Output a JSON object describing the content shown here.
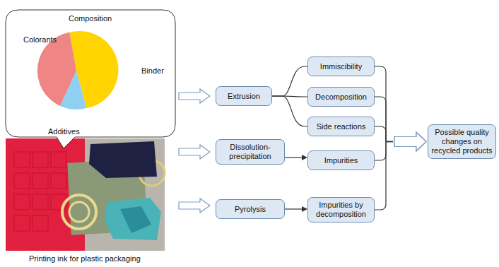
{
  "diagram": {
    "caption": "Printing ink for plastic packaging",
    "nodes": [
      {
        "text": [
          "Extrusion"
        ]
      },
      {
        "text": [
          "Dissolution-precipitation"
        ]
      },
      {
        "text": [
          "Pyrolysis"
        ]
      },
      {
        "text": [
          "Immiscibility"
        ]
      },
      {
        "text": [
          "Decomposition"
        ]
      },
      {
        "text": [
          "Side reactions"
        ]
      },
      {
        "text": [
          "Impurities"
        ]
      },
      {
        "text": [
          "Impurities by decomposition"
        ]
      },
      {
        "text": [
          "Possible quality changes on recycled products"
        ]
      }
    ],
    "edges": [
      {
        "from": 0,
        "to": 3,
        "arrow": "none"
      },
      {
        "from": 0,
        "to": 4,
        "arrow": "none"
      },
      {
        "from": 0,
        "to": 5,
        "arrow": "none"
      },
      {
        "from": 1,
        "to": 6,
        "arrow": "to"
      },
      {
        "from": 2,
        "to": 7,
        "arrow": "to"
      },
      {
        "from": 3,
        "to": 8,
        "arrow": "to"
      },
      {
        "from": 4,
        "to": 8,
        "arrow": "to"
      },
      {
        "from": 5,
        "to": 8,
        "arrow": "to"
      },
      {
        "from": 6,
        "to": 8,
        "arrow": "to"
      },
      {
        "from": 7,
        "to": 8,
        "arrow": "to"
      }
    ],
    "labels": [
      "Composition",
      "Colorants",
      "Binder",
      "Additives"
    ]
  }
}
